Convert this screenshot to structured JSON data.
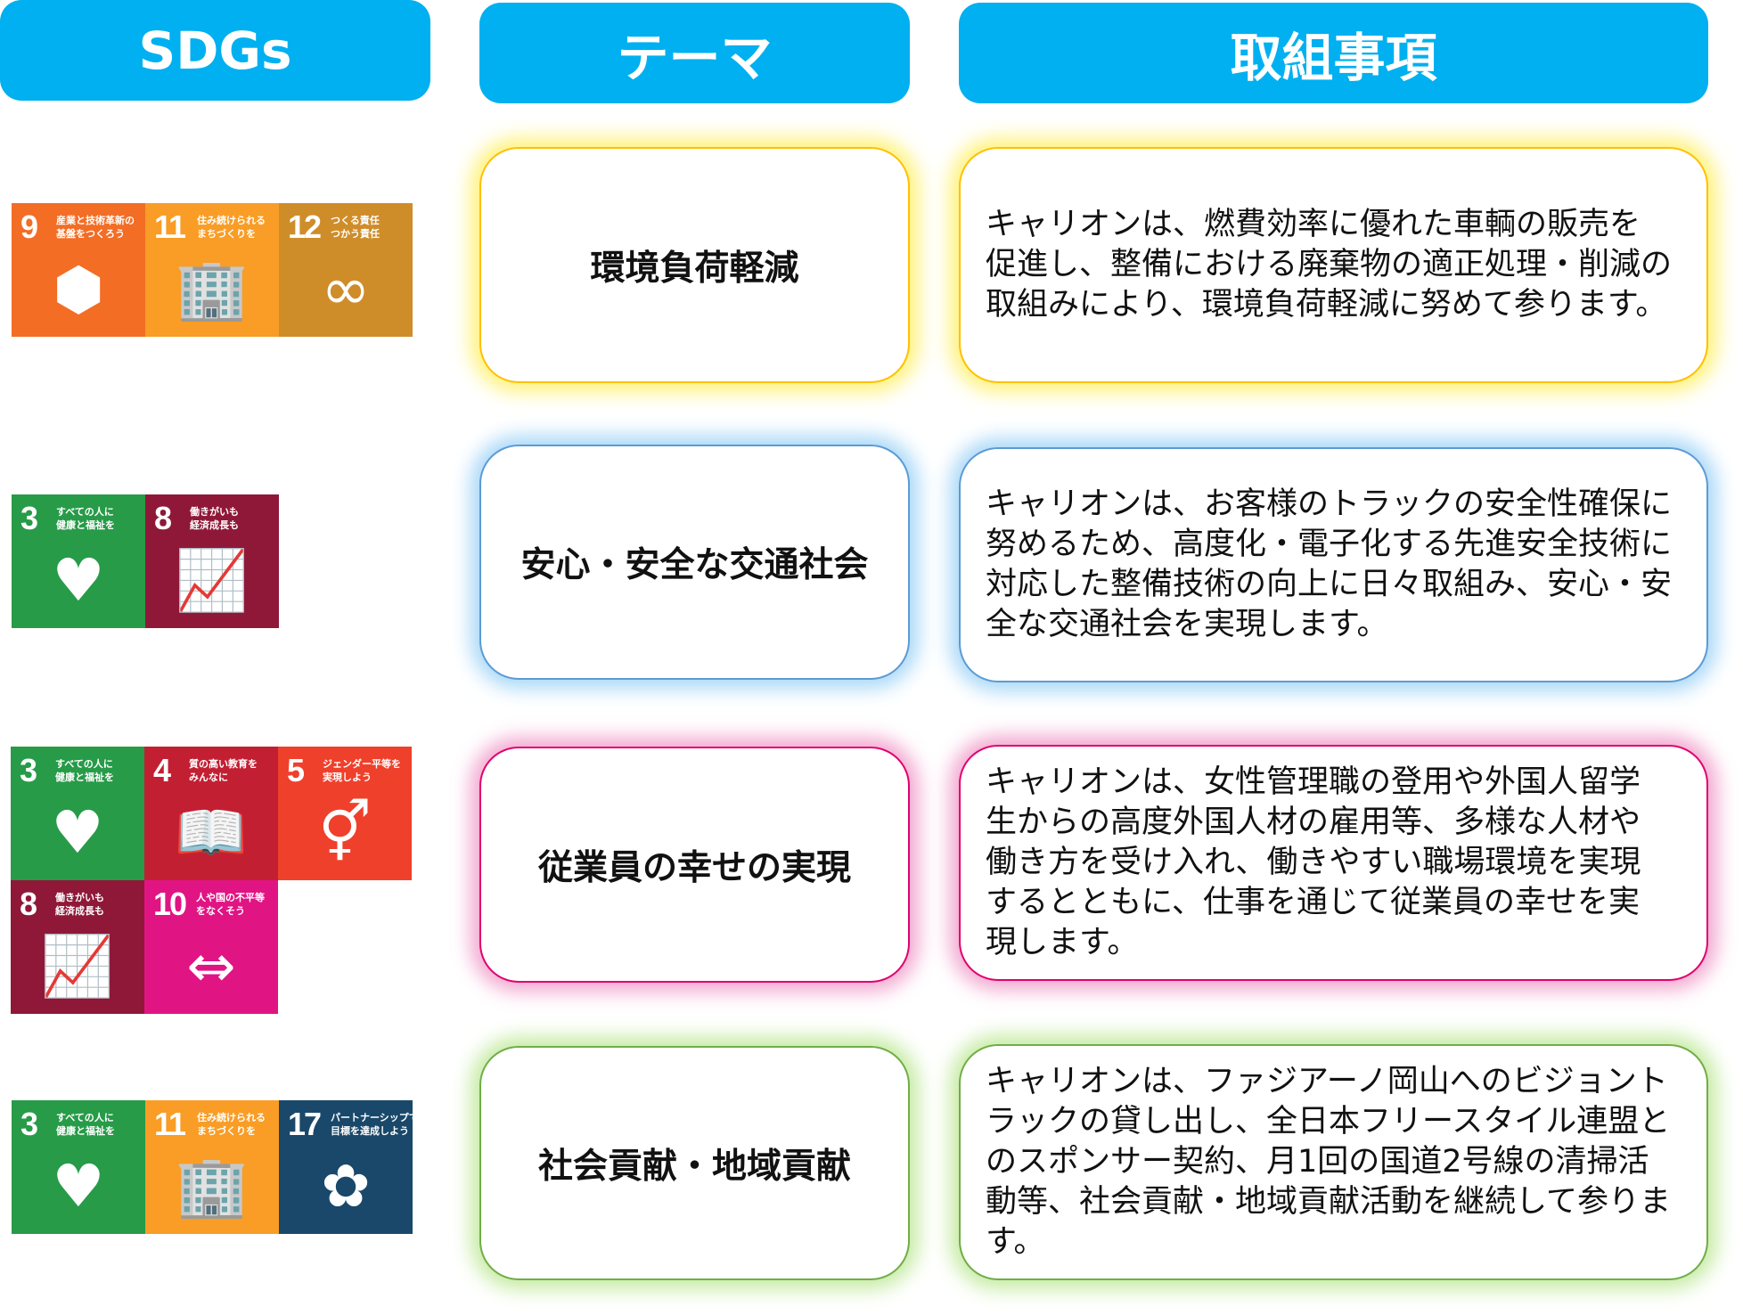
{
  "headers": {
    "sdgs": "SDGs",
    "theme": "テーマ",
    "actions": "取組事項"
  },
  "rows": [
    {
      "theme": "環境負荷軽減",
      "desc_lines": [
        "キャリオンは、燃費効率に優れた車輌の販売を",
        "促進し、整備における廃棄物の適正処理・削減の",
        "取組みにより、環境負荷軽減に努めて参ります。"
      ],
      "goals": [
        {
          "num": "9",
          "label": "産業と技術革新の\n基盤をつくろう",
          "color": "#F36D25",
          "icon": "cubes-icon"
        },
        {
          "num": "11",
          "label": "住み続けられる\nまちづくりを",
          "color": "#F99D26",
          "icon": "city-icon"
        },
        {
          "num": "12",
          "label": "つくる責任\nつかう責任",
          "color": "#CF8D2A",
          "icon": "infinity-icon"
        }
      ]
    },
    {
      "theme": "安心・安全な交通社会",
      "desc_lines": [
        "キャリオンは、お客様のトラックの安全性確保に",
        "努めるため、高度化・電子化する先進安全技術に",
        "対応した整備技術の向上に日々取組み、安心・安",
        "全な交通社会を実現します。"
      ],
      "goals": [
        {
          "num": "3",
          "label": "すべての人に\n健康と福祉を",
          "color": "#279B48",
          "icon": "heartbeat-icon"
        },
        {
          "num": "8",
          "label": "働きがいも\n経済成長も",
          "color": "#8F1838",
          "icon": "growth-chart-icon"
        }
      ]
    },
    {
      "theme": "従業員の幸せの実現",
      "desc_lines": [
        "キャリオンは、女性管理職の登用や外国人留学",
        "生からの高度外国人材の雇用等、多様な人材や",
        "働き方を受け入れ、働きやすい職場環境を実現",
        "するとともに、仕事を通じて従業員の幸せを実",
        "現します。"
      ],
      "goals": [
        {
          "num": "3",
          "label": "すべての人に\n健康と福祉を",
          "color": "#279B48",
          "icon": "heartbeat-icon"
        },
        {
          "num": "4",
          "label": "質の高い教育を\nみんなに",
          "color": "#C31F33",
          "icon": "book-icon"
        },
        {
          "num": "5",
          "label": "ジェンダー平等を\n実現しよう",
          "color": "#EF402B",
          "icon": "gender-icon"
        },
        {
          "num": "8",
          "label": "働きがいも\n経済成長も",
          "color": "#8F1838",
          "icon": "growth-chart-icon"
        },
        {
          "num": "10",
          "label": "人や国の不平等\nをなくそう",
          "color": "#E11484",
          "icon": "equality-arrows-icon"
        }
      ]
    },
    {
      "theme": "社会貢献・地域貢献",
      "desc_lines": [
        "キャリオンは、ファジアーノ岡山へのビジョント",
        "ラックの貸し出し、全日本フリースタイル連盟と",
        "のスポンサー契約、月1回の国道2号線の清掃活",
        "動等、社会貢献・地域貢献活動を継続して参りま",
        "す。"
      ],
      "goals": [
        {
          "num": "3",
          "label": "すべての人に\n健康と福祉を",
          "color": "#279B48",
          "icon": "heartbeat-icon"
        },
        {
          "num": "11",
          "label": "住み続けられる\nまちづくりを",
          "color": "#F99D26",
          "icon": "city-icon"
        },
        {
          "num": "17",
          "label": "パートナーシップで\n目標を達成しよう",
          "color": "#19486A",
          "icon": "partnership-rings-icon"
        }
      ]
    }
  ]
}
